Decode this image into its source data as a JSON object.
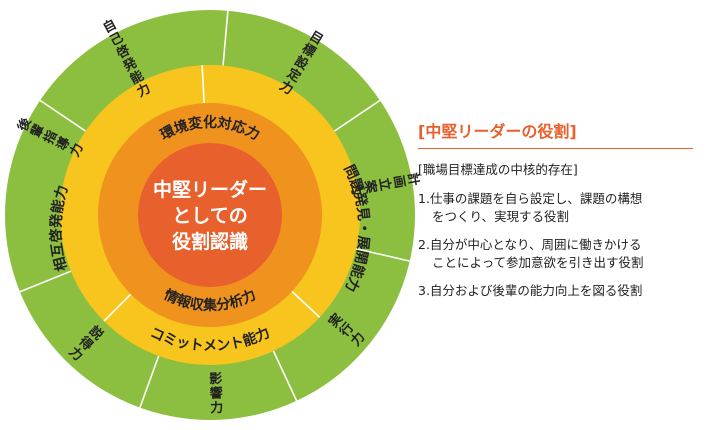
{
  "colors": {
    "outer_ring": "#8cbf3f",
    "yellow_ring": "#f7c51e",
    "orange_ring": "#f0931e",
    "center": "#e8602c",
    "divider": "#ffffff",
    "accent": "#e8602c"
  },
  "diagram": {
    "center": {
      "line1": "中堅リーダー",
      "line2": "としての",
      "line3": "役割認識"
    },
    "orange_ring": {
      "top": "環境変化対応力",
      "bottom": "情報収集分析力"
    },
    "yellow_ring": {
      "left": "相互啓発能力",
      "right": "問題発見・展開能力",
      "bottom": "コミットメント能力"
    },
    "outer_ring": [
      "自己啓発能力",
      "目標設定力",
      "計画立案力",
      "実行力",
      "影響力",
      "説得力",
      "後輩指導力"
    ]
  },
  "panel": {
    "title": "[中堅リーダーの役割]",
    "subtitle": "[職場目標達成の中核的存在]",
    "items": [
      {
        "line1": "1.仕事の課題を自ら設定し、課題の構想",
        "line2": "をつくり、実現する役割"
      },
      {
        "line1": "2.自分が中心となり、周囲に働きかける",
        "line2": "ことによって参加意欲を引き出す役割"
      },
      {
        "line1": "3.自分および後輩の能力向上を図る役割",
        "line2": ""
      }
    ]
  }
}
